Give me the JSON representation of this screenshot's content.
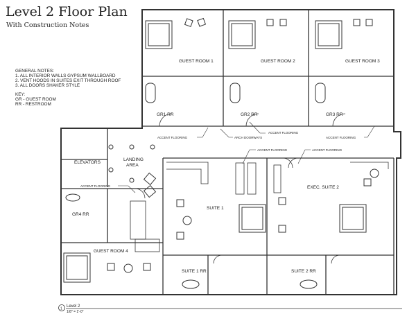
{
  "title": "Level 2 Floor Plan",
  "subtitle": "With Construction Notes",
  "notes": {
    "heading": "GENERAL NOTES:",
    "items": [
      "1. ALL INTERIOR WALLS GYPSUM WALLBOARD",
      "2. VENT HOODS IN SUITES EXIT THROUGH ROOF",
      "3. ALL DOORS SHAKER STYLE"
    ],
    "key_heading": "KEY:",
    "key": [
      "GR - GUEST ROOM",
      "RR - RESTROOM"
    ]
  },
  "rooms": {
    "gr1": "GUEST ROOM 1",
    "gr2": "GUEST ROOM 2",
    "gr3": "GUEST ROOM 3",
    "gr1rr": "GR1 RR",
    "gr2rr": "GR2 RR",
    "gr3rr": "GR3 RR",
    "elevators": "ELEVATORS",
    "landing1": "LANDING",
    "landing2": "AREA",
    "gr4rr": "GR4 RR",
    "gr4": "GUEST ROOM 4",
    "suite1": "SUITE 1",
    "exec2": "EXEC. SUITE 2",
    "suite1rr": "SUITE 1 RR",
    "suite2rr": "SUITE 2 RR"
  },
  "annotations": {
    "accent": "ACCENT FLOORING",
    "arch": "ARCH DOORWAYS"
  },
  "view": {
    "number": "1",
    "name": "Level 2",
    "scale": "1/8\" = 1'-0\""
  }
}
